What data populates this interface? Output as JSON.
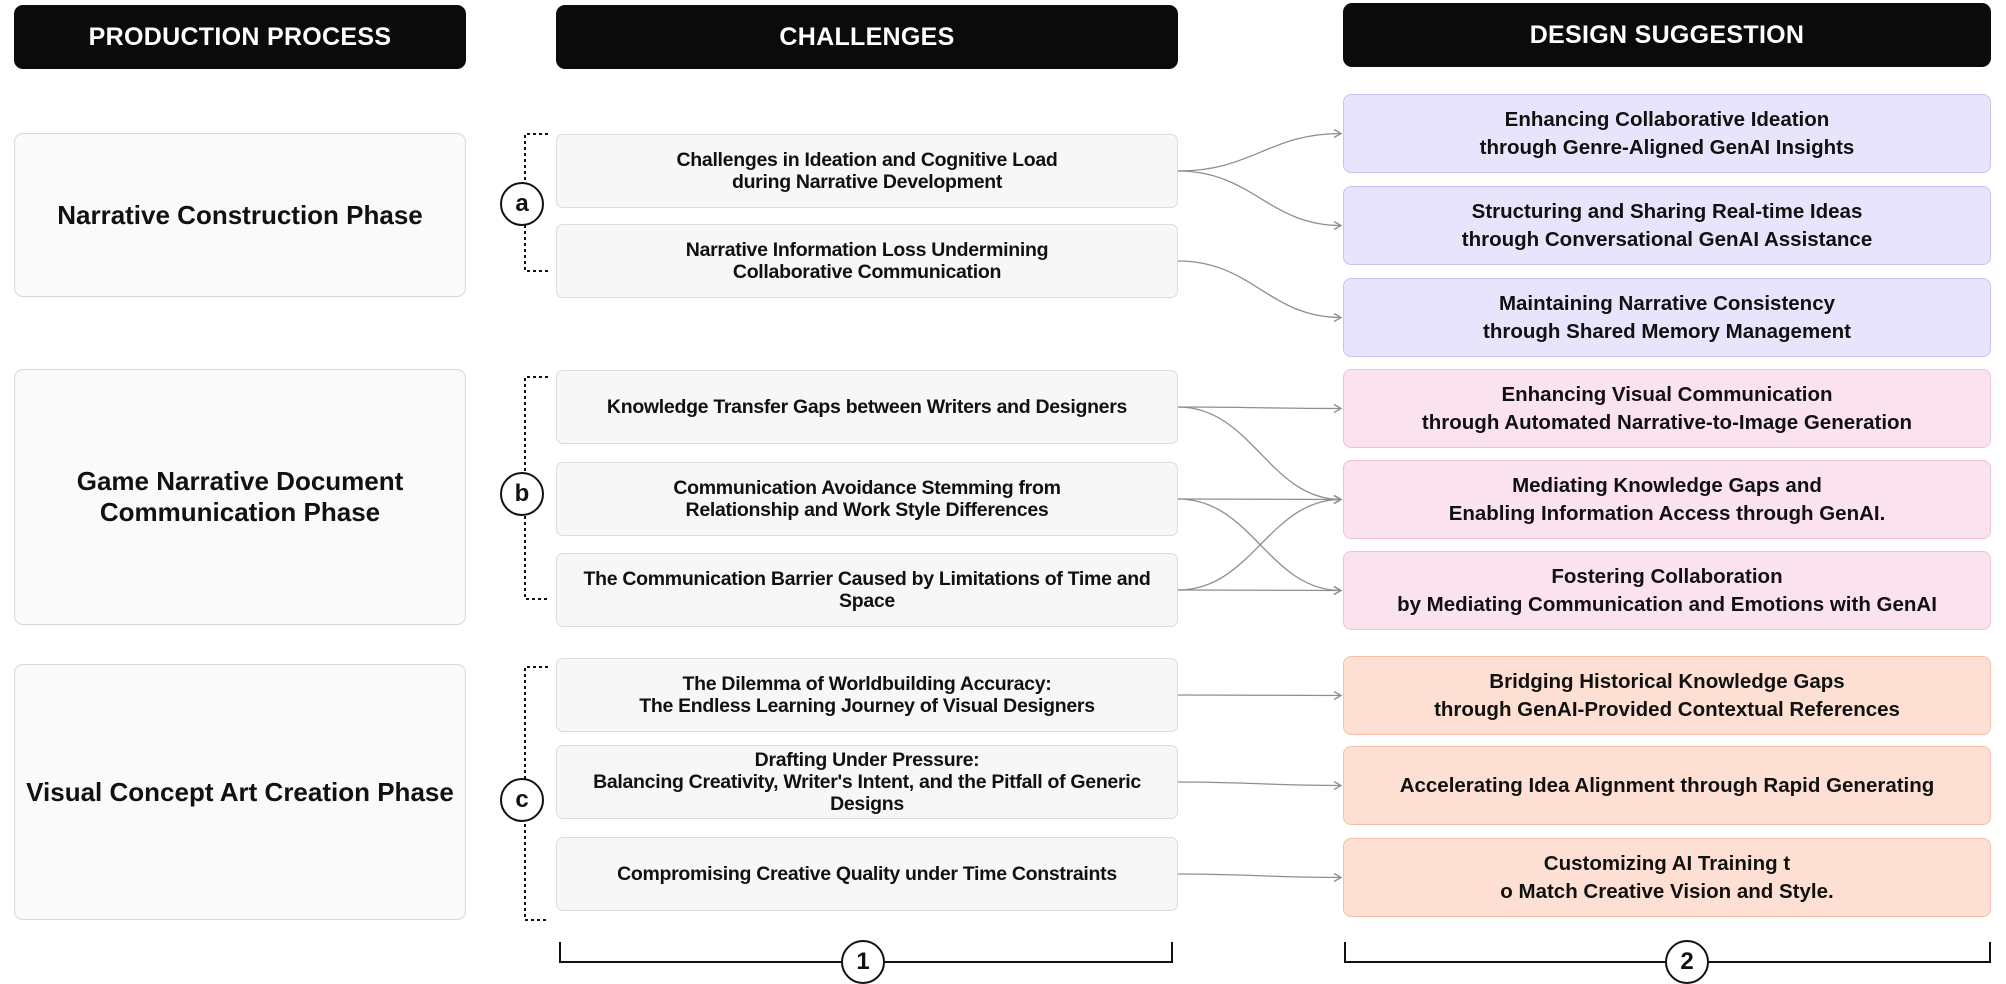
{
  "headers": {
    "production": "PRODUCTION PROCESS",
    "challenges": "CHALLENGES",
    "suggestion": "DESIGN SUGGESTION"
  },
  "phases": [
    {
      "label": "Narrative Construction Phase"
    },
    {
      "label": "Game Narrative Document\nCommunication Phase"
    },
    {
      "label": "Visual Concept Art Creation Phase"
    }
  ],
  "groups": [
    {
      "label": "a"
    },
    {
      "label": "b"
    },
    {
      "label": "c"
    }
  ],
  "challenges": [
    {
      "text": "Challenges in Ideation and Cognitive Load\nduring Narrative Development"
    },
    {
      "text": "Narrative Information Loss Undermining\nCollaborative Communication"
    },
    {
      "text": "Knowledge Transfer Gaps between Writers and Designers"
    },
    {
      "text": "Communication Avoidance Stemming from\nRelationship and Work Style Differences"
    },
    {
      "text": "The Communication Barrier Caused by Limitations of Time and Space"
    },
    {
      "text": "The Dilemma of Worldbuilding Accuracy:\nThe Endless Learning Journey of Visual Designers"
    },
    {
      "text": "Drafting Under Pressure:\nBalancing Creativity, Writer's Intent, and the Pitfall of Generic Designs"
    },
    {
      "text": "Compromising Creative Quality under Time Constraints"
    }
  ],
  "suggestions": [
    {
      "text": "Enhancing Collaborative Ideation\nthrough Genre-Aligned GenAI Insights",
      "group": "a"
    },
    {
      "text": "Structuring and Sharing Real-time Ideas\nthrough Conversational GenAI Assistance",
      "group": "a"
    },
    {
      "text": "Maintaining Narrative Consistency\nthrough Shared Memory Management",
      "group": "a"
    },
    {
      "text": "Enhancing Visual Communication\nthrough Automated Narrative-to-Image Generation",
      "group": "b"
    },
    {
      "text": "Mediating Knowledge Gaps and\nEnabling Information Access through GenAI.",
      "group": "b"
    },
    {
      "text": "Fostering Collaboration\nby Mediating Communication and Emotions with GenAI",
      "group": "b"
    },
    {
      "text": "Bridging Historical Knowledge Gaps\nthrough GenAI-Provided Contextual References",
      "group": "c"
    },
    {
      "text": "Accelerating Idea Alignment through Rapid Generating",
      "group": "c"
    },
    {
      "text": "Customizing AI Training t\no Match Creative Vision and Style.",
      "group": "c"
    }
  ],
  "links": [
    {
      "from": 0,
      "to": 0
    },
    {
      "from": 0,
      "to": 1
    },
    {
      "from": 1,
      "to": 2
    },
    {
      "from": 2,
      "to": 3
    },
    {
      "from": 2,
      "to": 4
    },
    {
      "from": 3,
      "to": 4
    },
    {
      "from": 3,
      "to": 5
    },
    {
      "from": 4,
      "to": 4
    },
    {
      "from": 4,
      "to": 5
    },
    {
      "from": 5,
      "to": 6
    },
    {
      "from": 6,
      "to": 7
    },
    {
      "from": 7,
      "to": 8
    }
  ],
  "column_markers": [
    {
      "label": "1"
    },
    {
      "label": "2"
    }
  ]
}
